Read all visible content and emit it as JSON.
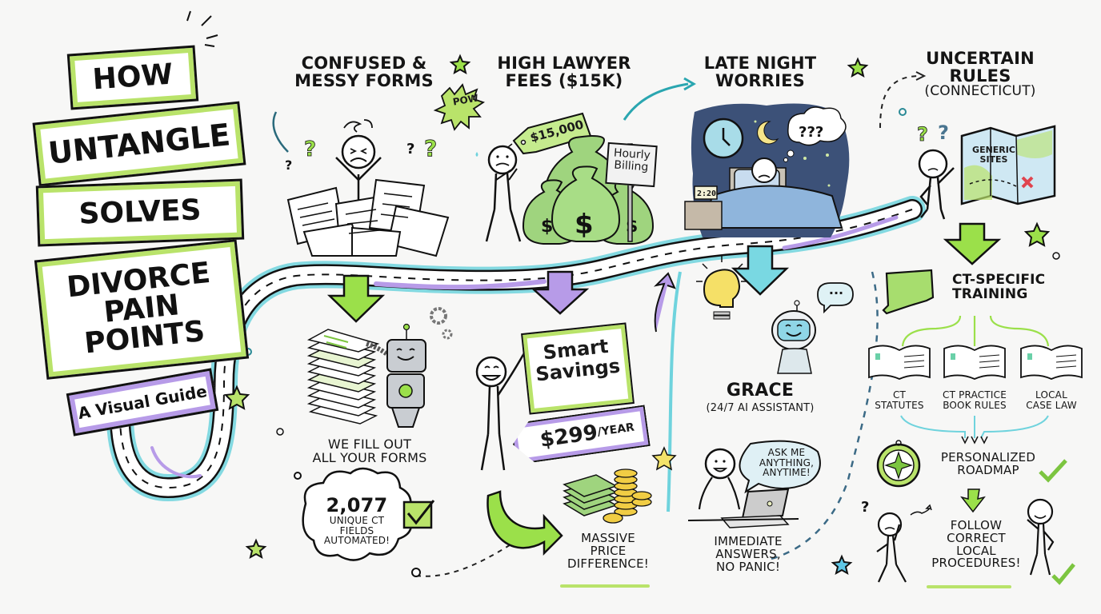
{
  "title": {
    "lines": [
      "HOW",
      "UNTANGLE",
      "SOLVES",
      "DIVORCE\nPAIN POINTS"
    ],
    "line1": "HOW",
    "line2": "UNTANGLE",
    "line3": "SOLVES",
    "line4a": "DIVORCE",
    "line4b": "PAIN POINTS",
    "subtitle": "A Visual Guide"
  },
  "colors": {
    "green": "#b9e36a",
    "purple": "#b79be8",
    "teal": "#5fd0dc",
    "navy": "#3b4a6b",
    "ink": "#111111"
  },
  "pain_points": [
    {
      "id": "forms",
      "heading_l1": "CONFUSED &",
      "heading_l2": "MESSY FORMS",
      "icon": "stressed-person-papers-icon"
    },
    {
      "id": "fees",
      "heading_l1": "HIGH LAWYER",
      "heading_l2": "FEES ($15K)",
      "icon": "money-bags-icon",
      "price_tag": "$15,000",
      "sign": "Hourly\nBilling",
      "sign_l1": "Hourly",
      "sign_l2": "Billing",
      "burst": "POW"
    },
    {
      "id": "night",
      "heading_l1": "LATE NIGHT",
      "heading_l2": "WORRIES",
      "icon": "night-bed-icon",
      "thought": "???",
      "clock_display": "2:20"
    },
    {
      "id": "rules",
      "heading_l1": "UNCERTAIN",
      "heading_l2": "RULES",
      "heading_l3": "(CONNECTICUT)",
      "icon": "confused-map-icon",
      "map_label_l1": "GENERIC",
      "map_label_l2": "SITES"
    }
  ],
  "solutions": {
    "forms": {
      "caption_l1": "WE FILL OUT",
      "caption_l2": "ALL YOUR FORMS",
      "stat_value": "2,077",
      "stat_l1": "UNIQUE CT",
      "stat_l2": "FIELDS",
      "stat_l3": "AUTOMATED!"
    },
    "savings": {
      "sign_l1": "Smart",
      "sign_l2": "Savings",
      "price": "$299",
      "price_unit": "/YEAR",
      "caption_l1": "MASSIVE",
      "caption_l2": "PRICE",
      "caption_l3": "DIFFERENCE!"
    },
    "grace": {
      "name": "GRACE",
      "role": "(24/7 AI ASSISTANT)",
      "bubble_l1": "ASK ME",
      "bubble_l2": "ANYTHING,",
      "bubble_l3": "ANYTIME!",
      "chat_bubble": "...",
      "caption_l1": "IMMEDIATE",
      "caption_l2": "ANSWERS,",
      "caption_l3": "NO PANIC!"
    },
    "training": {
      "heading_l1": "CT-SPECIFIC",
      "heading_l2": "TRAINING",
      "sources": [
        {
          "l1": "CT",
          "l2": "STATUTES"
        },
        {
          "l1": "CT PRACTICE",
          "l2": "BOOK RULES"
        },
        {
          "l1": "LOCAL",
          "l2": "CASE LAW"
        }
      ],
      "roadmap_l1": "PERSONALIZED",
      "roadmap_l2": "ROADMAP",
      "final_l1": "FOLLOW",
      "final_l2": "CORRECT",
      "final_l3": "LOCAL",
      "final_l4": "PROCEDURES!"
    }
  }
}
